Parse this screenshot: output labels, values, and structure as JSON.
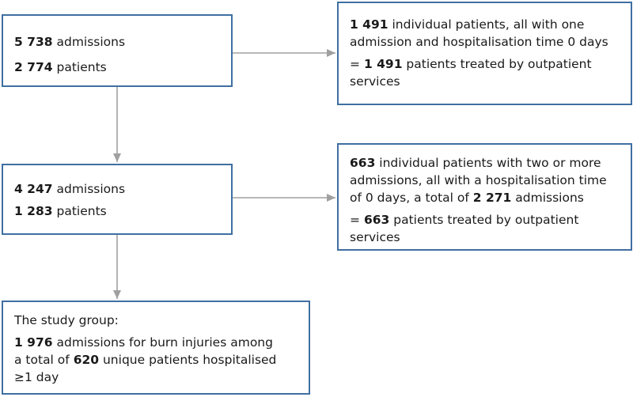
{
  "boxes": {
    "start": {
      "admissions_num": "5 738",
      "admissions_label": "admissions",
      "patients_num": "2 774",
      "patients_label": "patients"
    },
    "excl1": {
      "num1": "1 491",
      "text1a": "individual patients, all with one",
      "text1b": "admission and hospitalisation time 0 days",
      "eq_prefix": "=",
      "num2": "1 491",
      "text2a": "patients treated by outpatient",
      "text2b": "services"
    },
    "mid": {
      "admissions_num": "4 247",
      "admissions_label": "admissions",
      "patients_num": "1 283",
      "patients_label": "patients"
    },
    "excl2": {
      "num1": "663",
      "text1a": "individual patients with two or more",
      "text1b": "admissions, all with a hospitalisation time",
      "text1c_pre": "of 0 days, a total of",
      "num_total": "2 271",
      "text1c_post": "admissions",
      "eq_prefix": "=",
      "num2": "663",
      "text2a": "patients treated by outpatient",
      "text2b": "services"
    },
    "study": {
      "heading": "The study group:",
      "num1": "1 976",
      "text1a": "admissions for burn injuries among",
      "text1b_pre": "a total of",
      "num2": "620",
      "text1b_post": "unique patients hospitalised",
      "text1c": "≥1 day"
    }
  },
  "colors": {
    "box_border": "#3f6fa2",
    "arrow": "#a0a0a0",
    "text": "#1a1a1a"
  }
}
